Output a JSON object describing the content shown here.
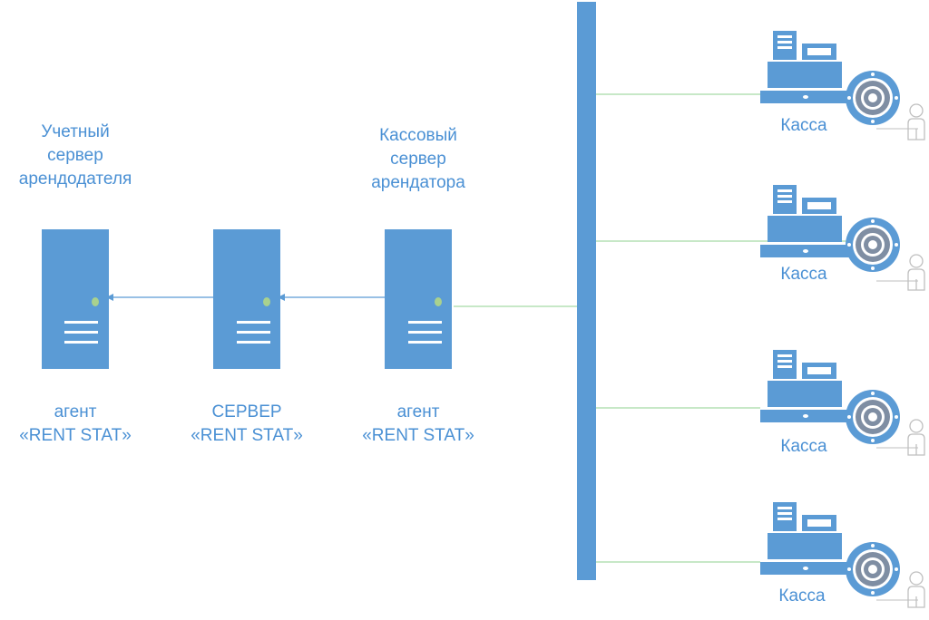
{
  "colors": {
    "accent": "#5b9bd5",
    "line": "#8fd18f",
    "dot": "#a9d18e",
    "safe_gray": "#7f8ea3",
    "person": "#bfbfbf"
  },
  "left_server": {
    "title_lines": [
      "Учетный",
      "сервер",
      "арендодателя"
    ],
    "caption_lines": [
      "агент",
      "«RENT STAT»"
    ]
  },
  "middle_server": {
    "caption_lines": [
      "СЕРВЕР",
      "«RENT STAT»"
    ]
  },
  "right_server": {
    "title_lines": [
      "Кассовый",
      "сервер",
      "арендатора"
    ],
    "caption_lines": [
      "агент",
      "«RENT STAT»"
    ]
  },
  "registers": [
    {
      "label": "Касса"
    },
    {
      "label": "Касса"
    },
    {
      "label": "Касса"
    },
    {
      "label": "Касса"
    }
  ]
}
